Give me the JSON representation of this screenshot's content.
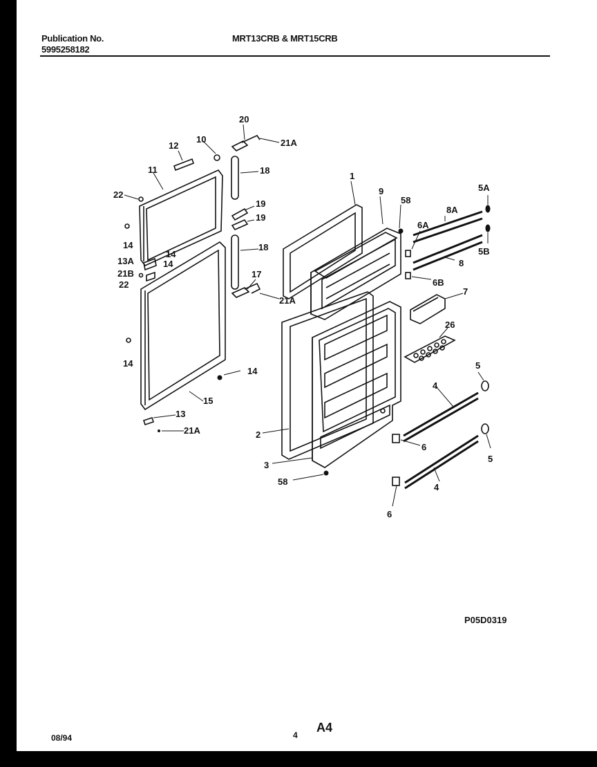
{
  "header": {
    "publication_label": "Publication No.",
    "publication_number": "5995258182",
    "model_title": "MRT13CRB & MRT15CRB"
  },
  "footer": {
    "date": "08/94",
    "page_number": "4",
    "section": "A4"
  },
  "drawing_id": "P05D0319",
  "callouts": {
    "c1": "1",
    "c2": "2",
    "c3": "3",
    "c4a": "4",
    "c4b": "4",
    "c5a": "5",
    "c5b": "5",
    "c5A": "5A",
    "c5B": "5B",
    "c6a": "6",
    "c6b": "6",
    "c6A": "6A",
    "c6B": "6B",
    "c7": "7",
    "c8A": "8A",
    "c8": "8",
    "c9": "9",
    "c10": "10",
    "c11": "11",
    "c12": "12",
    "c13": "13",
    "c13A": "13A",
    "c14a": "14",
    "c14b": "14",
    "c14c": "14",
    "c14d": "14",
    "c14e": "14",
    "c15": "15",
    "c17": "17",
    "c18a": "18",
    "c18b": "18",
    "c19a": "19",
    "c19b": "19",
    "c20": "20",
    "c21Aa": "21A",
    "c21Ab": "21A",
    "c21Ac": "21A",
    "c21B": "21B",
    "c22a": "22",
    "c22b": "22",
    "c26": "26",
    "c58a": "58",
    "c58b": "58"
  }
}
